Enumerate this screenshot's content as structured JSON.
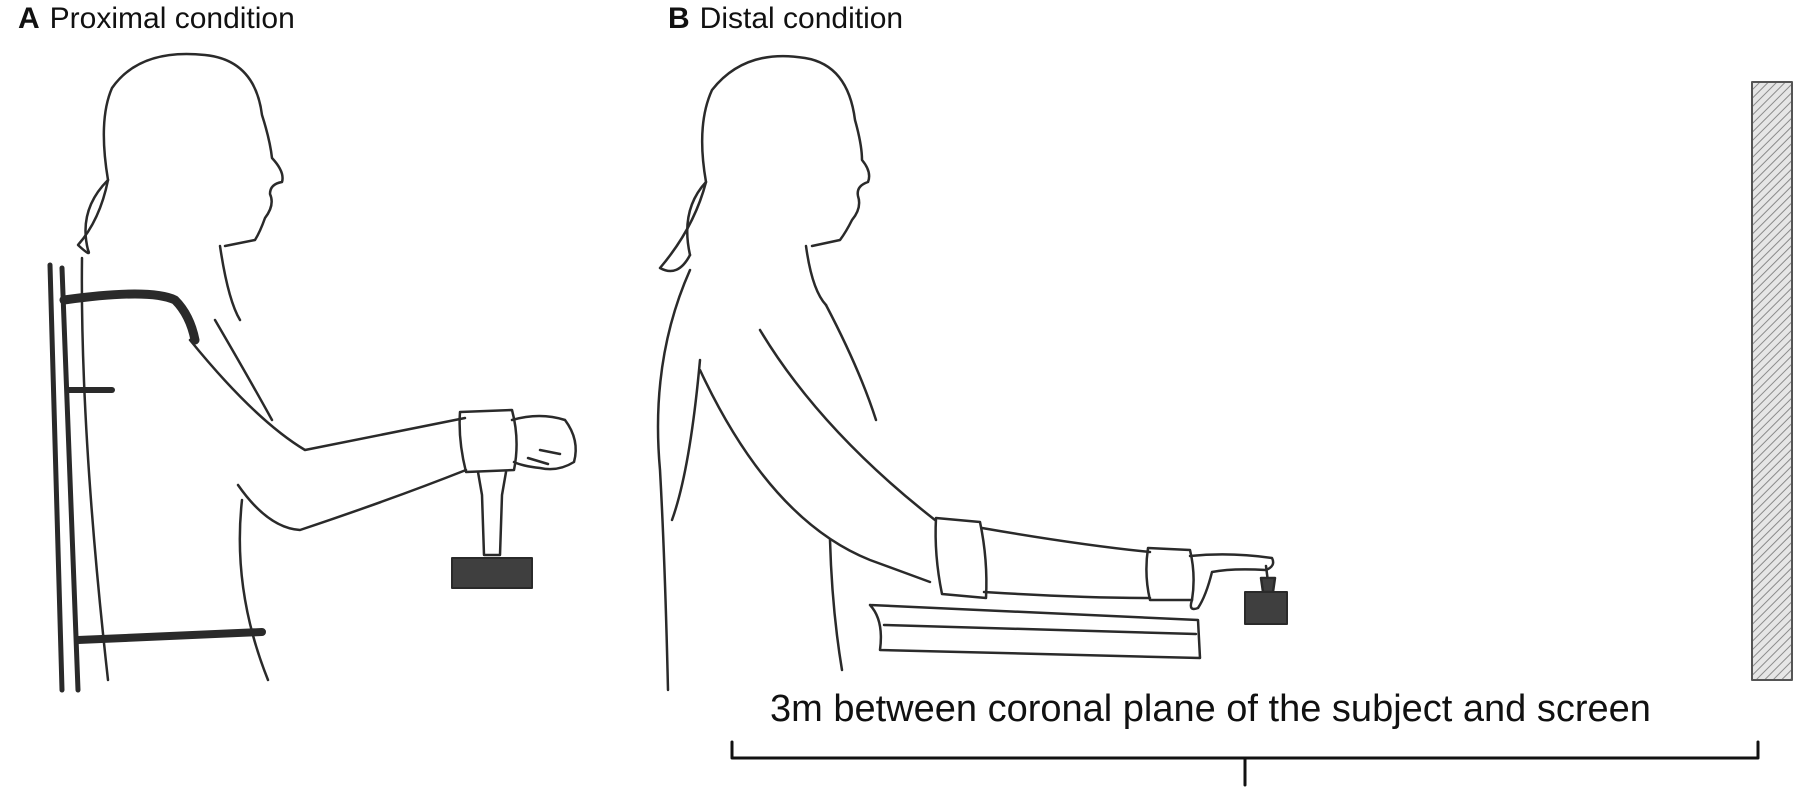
{
  "panel_a": {
    "letter": "A",
    "title": "Proximal condition"
  },
  "panel_b": {
    "letter": "B",
    "title": "Distal condition"
  },
  "distance_caption": "3m between coronal plane of the subject and screen",
  "colors": {
    "ink": "#2a2a2a",
    "weight_fill": "#3f3f3f",
    "screen_fill": "#d9d9d9"
  }
}
